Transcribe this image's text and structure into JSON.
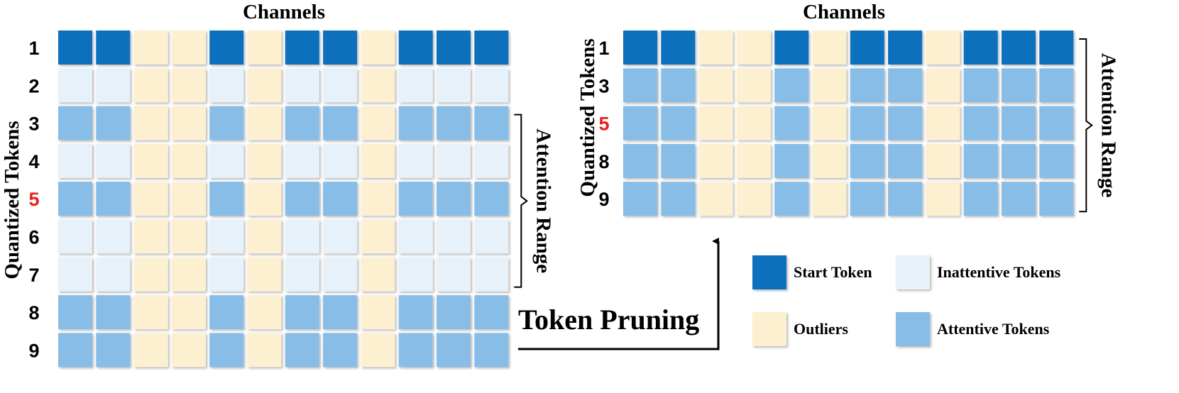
{
  "colors": {
    "start": "#0a6fbd",
    "inattentive": "#e7f1fa",
    "outlier": "#fcf0d1",
    "attentive": "#87bde7",
    "highlight": "#e8211f",
    "text": "#000000"
  },
  "left_panel": {
    "title": "Channels",
    "y_axis_label": "Quantized Tokens",
    "bracket_label": "Attention Range",
    "rows": [
      {
        "label": "1",
        "type": "start",
        "highlight": false
      },
      {
        "label": "2",
        "type": "inattentive",
        "highlight": false
      },
      {
        "label": "3",
        "type": "attentive",
        "highlight": false
      },
      {
        "label": "4",
        "type": "inattentive",
        "highlight": false
      },
      {
        "label": "5",
        "type": "attentive",
        "highlight": true
      },
      {
        "label": "6",
        "type": "inattentive",
        "highlight": false
      },
      {
        "label": "7",
        "type": "inattentive",
        "highlight": false
      },
      {
        "label": "8",
        "type": "attentive",
        "highlight": false
      },
      {
        "label": "9",
        "type": "attentive",
        "highlight": false
      }
    ],
    "outlier_columns": [
      2,
      3,
      5,
      8
    ],
    "column_count": 12,
    "bracket_rows": [
      2,
      6
    ]
  },
  "right_panel": {
    "title": "Channels",
    "y_axis_label": "Quantized Tokens",
    "bracket_label": "Attention Range",
    "rows": [
      {
        "label": "1",
        "type": "start",
        "highlight": false
      },
      {
        "label": "3",
        "type": "attentive",
        "highlight": false
      },
      {
        "label": "5",
        "type": "attentive",
        "highlight": true
      },
      {
        "label": "8",
        "type": "attentive",
        "highlight": false
      },
      {
        "label": "9",
        "type": "attentive",
        "highlight": false
      }
    ],
    "outlier_columns": [
      2,
      3,
      5,
      8
    ],
    "column_count": 12,
    "bracket_rows": [
      0,
      4
    ]
  },
  "pruning_label": "Token Pruning",
  "legend": [
    {
      "label": "Start Token",
      "type": "start"
    },
    {
      "label": "Inattentive Tokens",
      "type": "inattentive"
    },
    {
      "label": "Outliers",
      "type": "outlier"
    },
    {
      "label": "Attentive Tokens",
      "type": "attentive"
    }
  ]
}
